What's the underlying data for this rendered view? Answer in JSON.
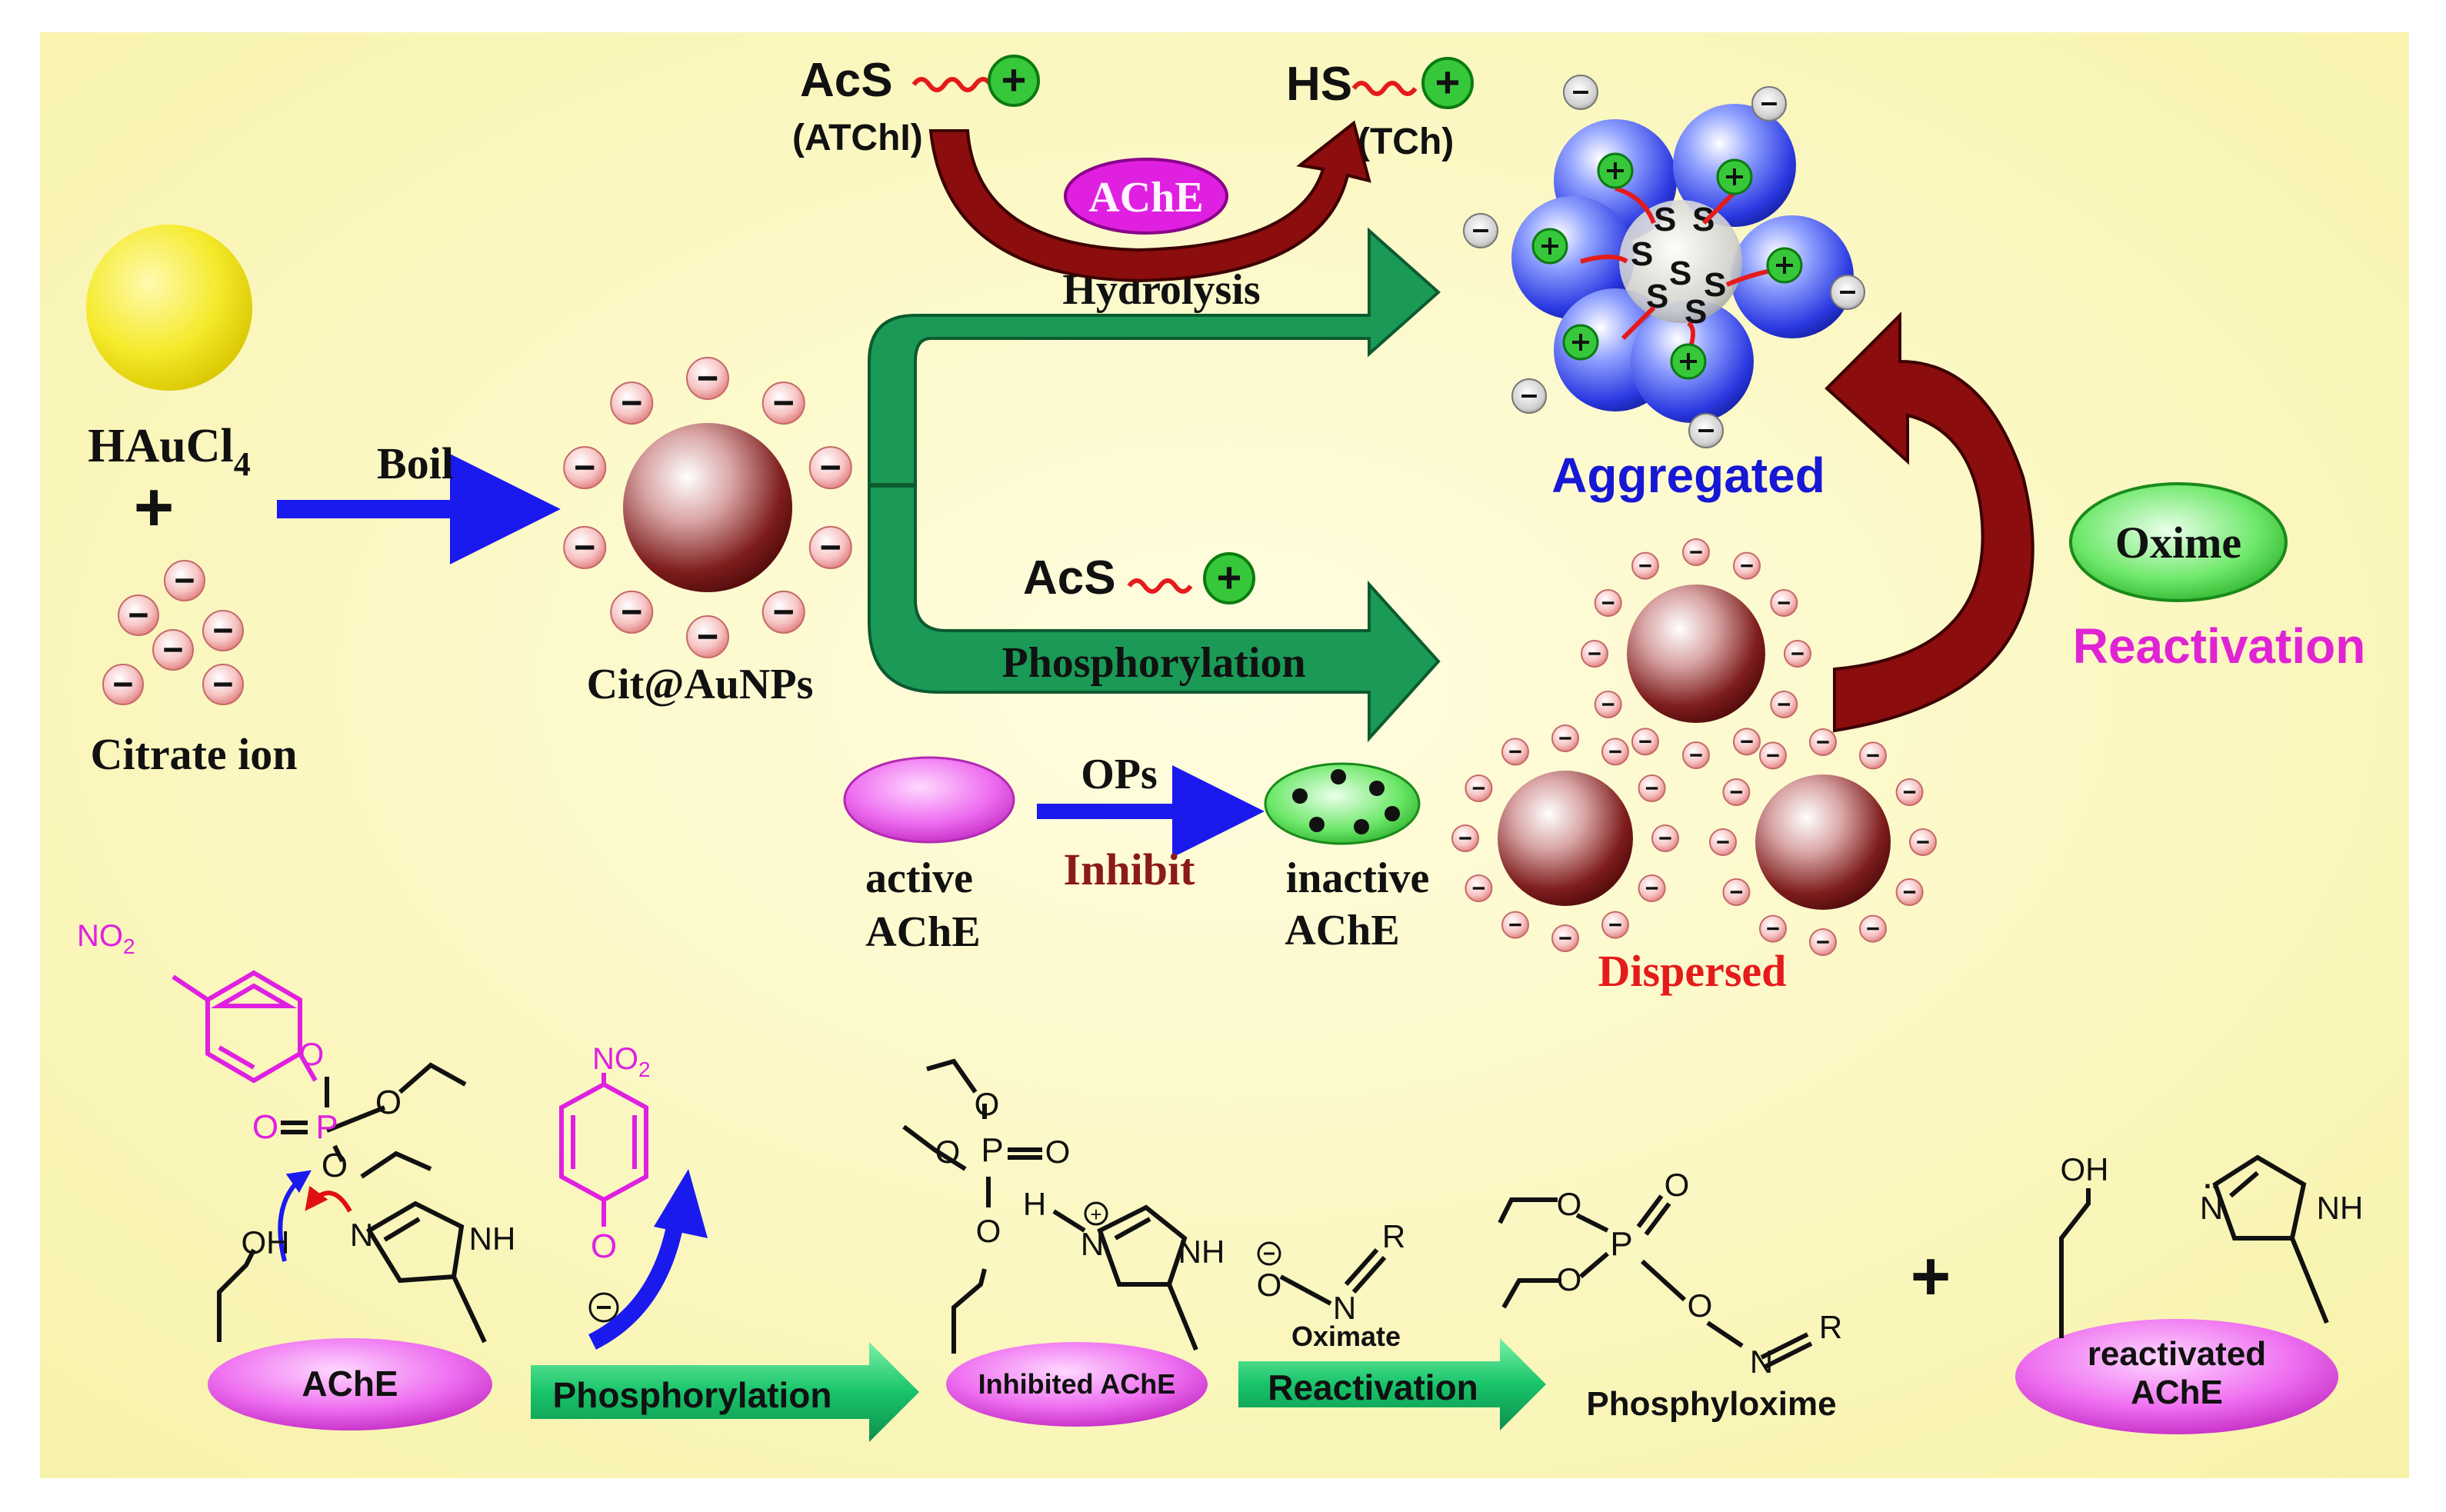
{
  "figure": {
    "labels": {
      "haucl4": "HAuCl",
      "haucl4_sub": "4",
      "plus_sign": "+",
      "citrate_ion": "Citrate ion",
      "boil": "Boil",
      "cit_aunps": "Cit@AuNPs",
      "acs": "AcS",
      "hs": "HS",
      "atchi": "(ATChI)",
      "tch": "(TCh)",
      "ache_enzyme": "AChE",
      "hydrolysis": "Hydrolysis",
      "phosphorylation_arrow": "Phosphorylation",
      "acs_lower": "AcS",
      "aggregated": "Aggregated",
      "dispersed": "Dispersed",
      "oxime": "Oxime",
      "reactivation": "Reactivation",
      "ops": "OPs",
      "inhibit": "Inhibit",
      "active_line1": "active",
      "active_line2": "AChE",
      "inactive_line1": "inactive",
      "inactive_line2": "AChE",
      "sulfur": "S"
    },
    "mechanism": {
      "no2": "NO",
      "no2_sub": "2",
      "ache": "AChE",
      "phosphorylation": "Phosphorylation",
      "inhibited_ache": "Inhibited AChE",
      "reactivation": "Reactivation",
      "oximate": "Oximate",
      "phosphyloxime": "Phosphyloxime",
      "reactivated_line1": "reactivated",
      "reactivated_line2": "AChE",
      "plus_sign": "+",
      "atoms": {
        "O": "O",
        "P": "P",
        "OH": "OH",
        "N": "N",
        "NH": "NH",
        "H": "H",
        "R": "R"
      }
    },
    "colors": {
      "background": "#fbf7b8",
      "gold_sphere": "#f7ec3a",
      "blue_arrow": "#1a1aef",
      "green_arrow": "#169a5a",
      "dark_red_arrow": "#8b0d0d",
      "magenta": "#e020e0",
      "aggregated_text": "#1717d6",
      "dispersed_text": "#e51b1b",
      "reactivation_text": "#e024d4",
      "inhibit_text": "#8b1a1a"
    }
  }
}
